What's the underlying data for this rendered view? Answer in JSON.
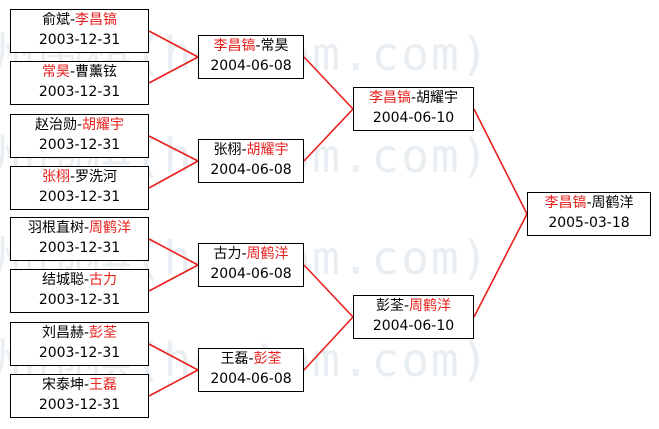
{
  "colors": {
    "line": "#e8201c",
    "highlight": "#e8201c",
    "watermark": "#e9eef2"
  },
  "watermark": "州围棋(hoetom.com)",
  "rounds": [
    [
      {
        "p1": "俞斌",
        "p2": "李昌镐",
        "winner": 2,
        "date": "2003-12-31"
      },
      {
        "p1": "常昊",
        "p2": "曹薰铉",
        "winner": 1,
        "date": "2003-12-31"
      },
      {
        "p1": "赵治勋",
        "p2": "胡耀宇",
        "winner": 2,
        "date": "2003-12-31"
      },
      {
        "p1": "张栩",
        "p2": "罗洗河",
        "winner": 1,
        "date": "2003-12-31"
      },
      {
        "p1": "羽根直树",
        "p2": "周鹤洋",
        "winner": 2,
        "date": "2003-12-31"
      },
      {
        "p1": "结城聪",
        "p2": "古力",
        "winner": 2,
        "date": "2003-12-31"
      },
      {
        "p1": "刘昌赫",
        "p2": "彭荃",
        "winner": 2,
        "date": "2003-12-31"
      },
      {
        "p1": "宋泰坤",
        "p2": "王磊",
        "winner": 2,
        "date": "2003-12-31"
      }
    ],
    [
      {
        "p1": "李昌镐",
        "p2": "常昊",
        "winner": 1,
        "date": "2004-06-08"
      },
      {
        "p1": "张栩",
        "p2": "胡耀宇",
        "winner": 2,
        "date": "2004-06-08"
      },
      {
        "p1": "古力",
        "p2": "周鹤洋",
        "winner": 2,
        "date": "2004-06-08"
      },
      {
        "p1": "王磊",
        "p2": "彭荃",
        "winner": 2,
        "date": "2004-06-08"
      }
    ],
    [
      {
        "p1": "李昌镐",
        "p2": "胡耀宇",
        "winner": 1,
        "date": "2004-06-10"
      },
      {
        "p1": "彭荃",
        "p2": "周鹤洋",
        "winner": 2,
        "date": "2004-06-10"
      }
    ],
    [
      {
        "p1": "李昌镐",
        "p2": "周鹤洋",
        "winner": 1,
        "date": "2005-03-18"
      }
    ]
  ]
}
